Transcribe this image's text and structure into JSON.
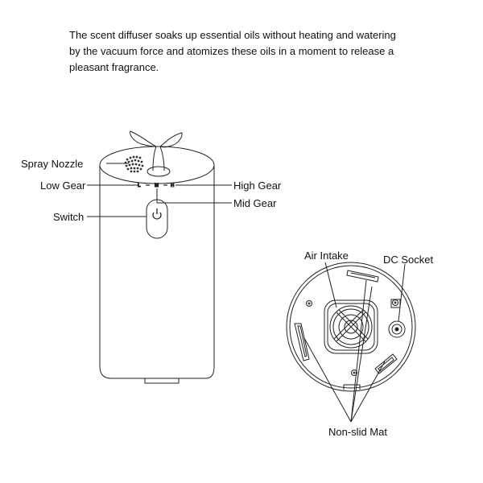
{
  "intro": {
    "line1": "The scent diffuser soaks up essential oils without heating and watering",
    "line2": "by the vacuum force and atomizes these oils in a moment  to release a",
    "line3": "pleasant fragrance."
  },
  "front_view": {
    "labels": {
      "spray_nozzle": "Spray Nozzle",
      "low_gear": "Low Gear",
      "switch": "Switch",
      "high_gear": "High Gear",
      "mid_gear": "Mid Gear"
    },
    "gear_marks": {
      "low": "L",
      "mid": "M",
      "high": "H"
    }
  },
  "bottom_view": {
    "labels": {
      "air_intake": "Air Intake",
      "dc_socket": "DC Socket",
      "non_slid_mat": "Non-slid Mat"
    }
  }
}
